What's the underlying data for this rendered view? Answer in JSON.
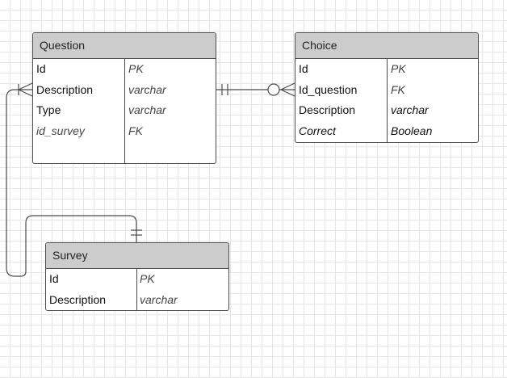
{
  "entities": {
    "question": {
      "title": "Question",
      "fields": [
        {
          "name": "Id",
          "type": "PK"
        },
        {
          "name": "Description",
          "type": "varchar"
        },
        {
          "name": "Type",
          "type": "varchar"
        },
        {
          "name": "id_survey",
          "type": "FK"
        }
      ]
    },
    "choice": {
      "title": "Choice",
      "fields": [
        {
          "name": "Id",
          "type": "PK"
        },
        {
          "name": "Id_question",
          "type": "FK"
        },
        {
          "name": "Description",
          "type": "varchar"
        },
        {
          "name": "Correct",
          "type": "Boolean"
        }
      ]
    },
    "survey": {
      "title": "Survey",
      "fields": [
        {
          "name": "Id",
          "type": "PK"
        },
        {
          "name": "Description",
          "type": "varchar"
        }
      ]
    }
  },
  "relationships": [
    {
      "from": "Question",
      "to": "Choice",
      "from_cardinality": "one-and-only-one",
      "to_cardinality": "zero-or-many"
    },
    {
      "from": "Survey",
      "to": "Question",
      "from_cardinality": "one-and-only-one",
      "to_cardinality": "one-or-many"
    }
  ]
}
